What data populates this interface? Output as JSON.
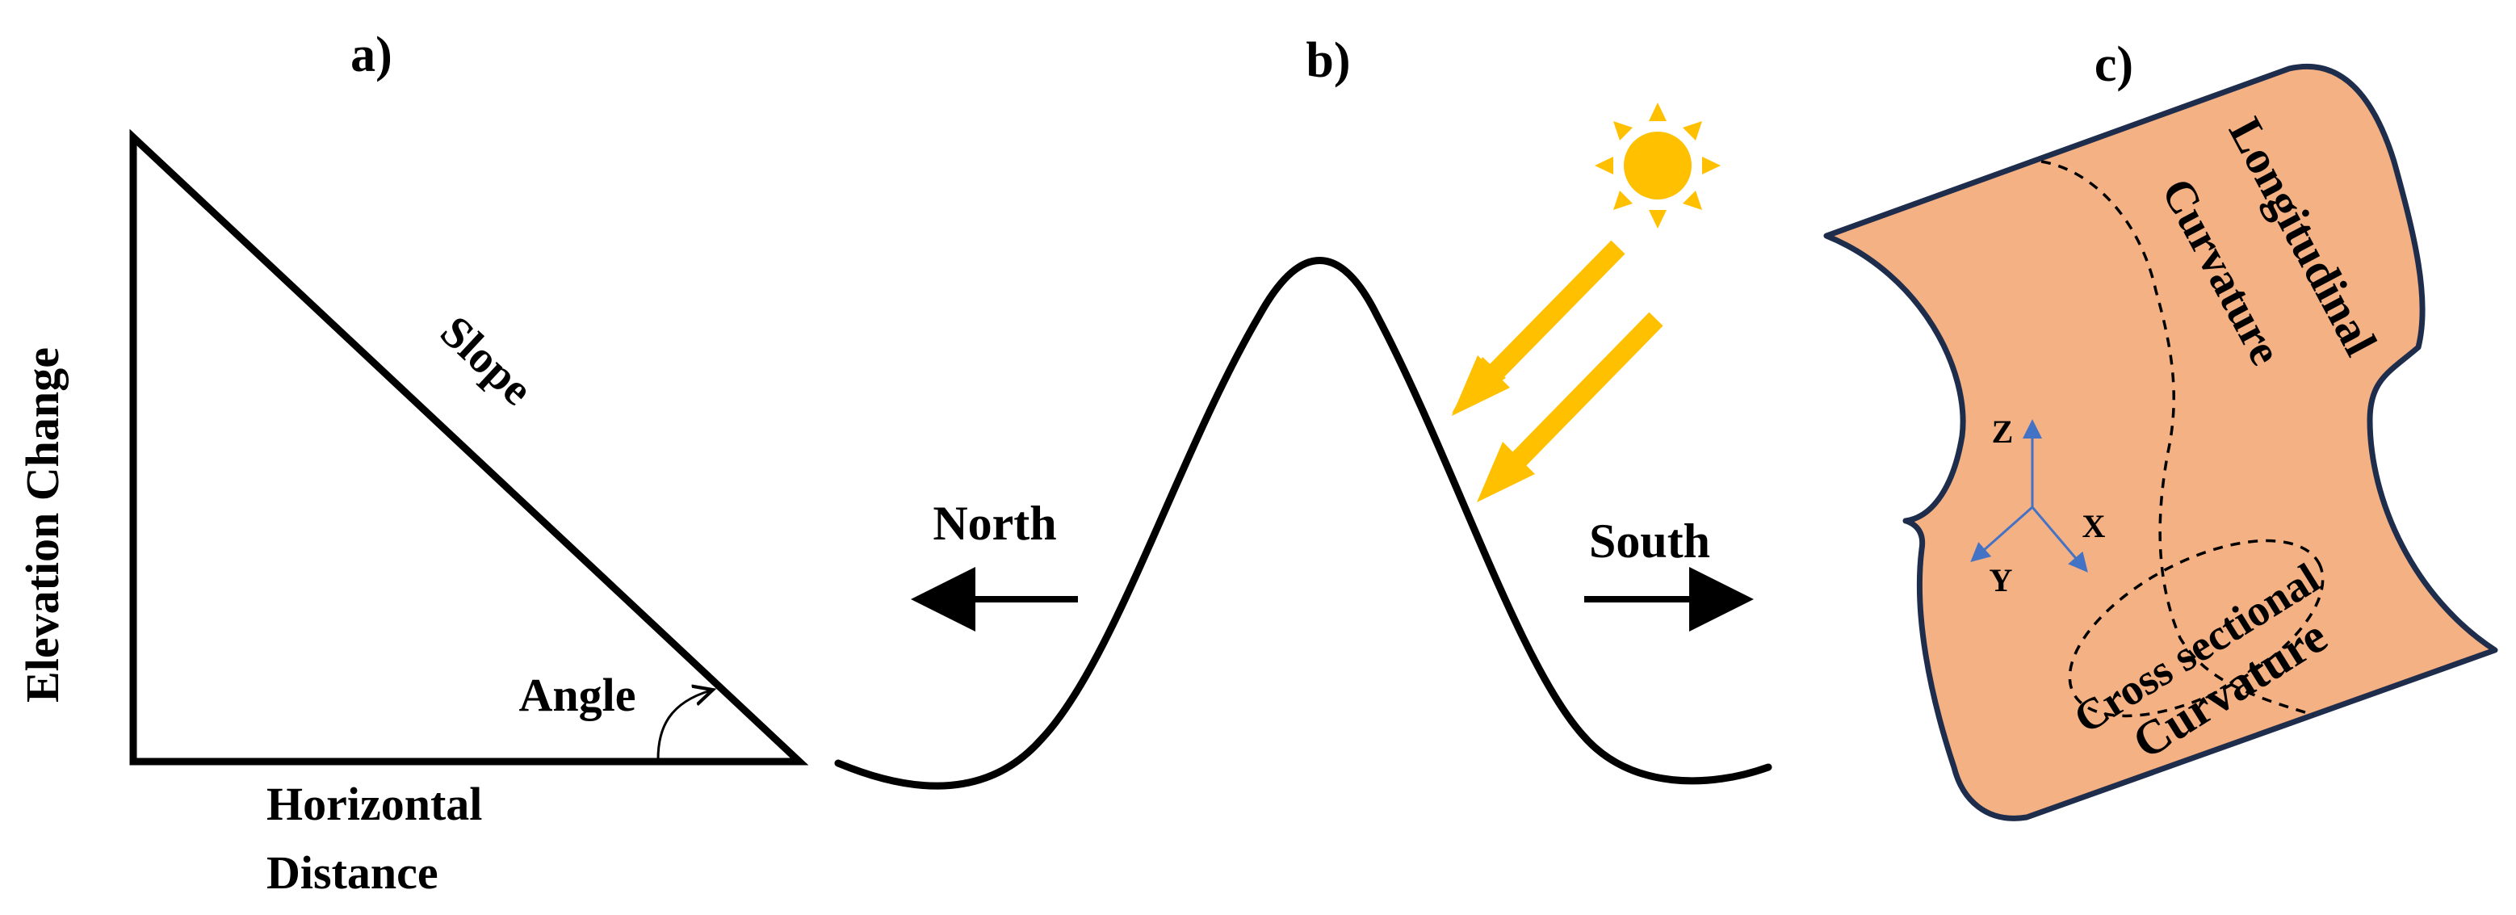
{
  "panel_a": {
    "label": "a)",
    "slope": "Slope",
    "angle": "Angle",
    "elevation_change": "Elevation Change",
    "horizontal_line1": "Horizontal",
    "horizontal_line2": "Distance"
  },
  "panel_b": {
    "label": "b)",
    "north": "North",
    "south": "South",
    "sun_icon": "sun-icon",
    "sun_color": "#FFC000"
  },
  "panel_c": {
    "label": "c)",
    "longitudinal_line1": "Longitudinal",
    "longitudinal_line2": "Curvature",
    "cross_line1": "Cross sectional",
    "cross_line2": "Curvature",
    "axis_z": "Z",
    "axis_x": "X",
    "axis_y": "Y",
    "surface_color": "#F4B183",
    "outline_color": "#1F2D4D",
    "axis_color": "#4472C4"
  }
}
